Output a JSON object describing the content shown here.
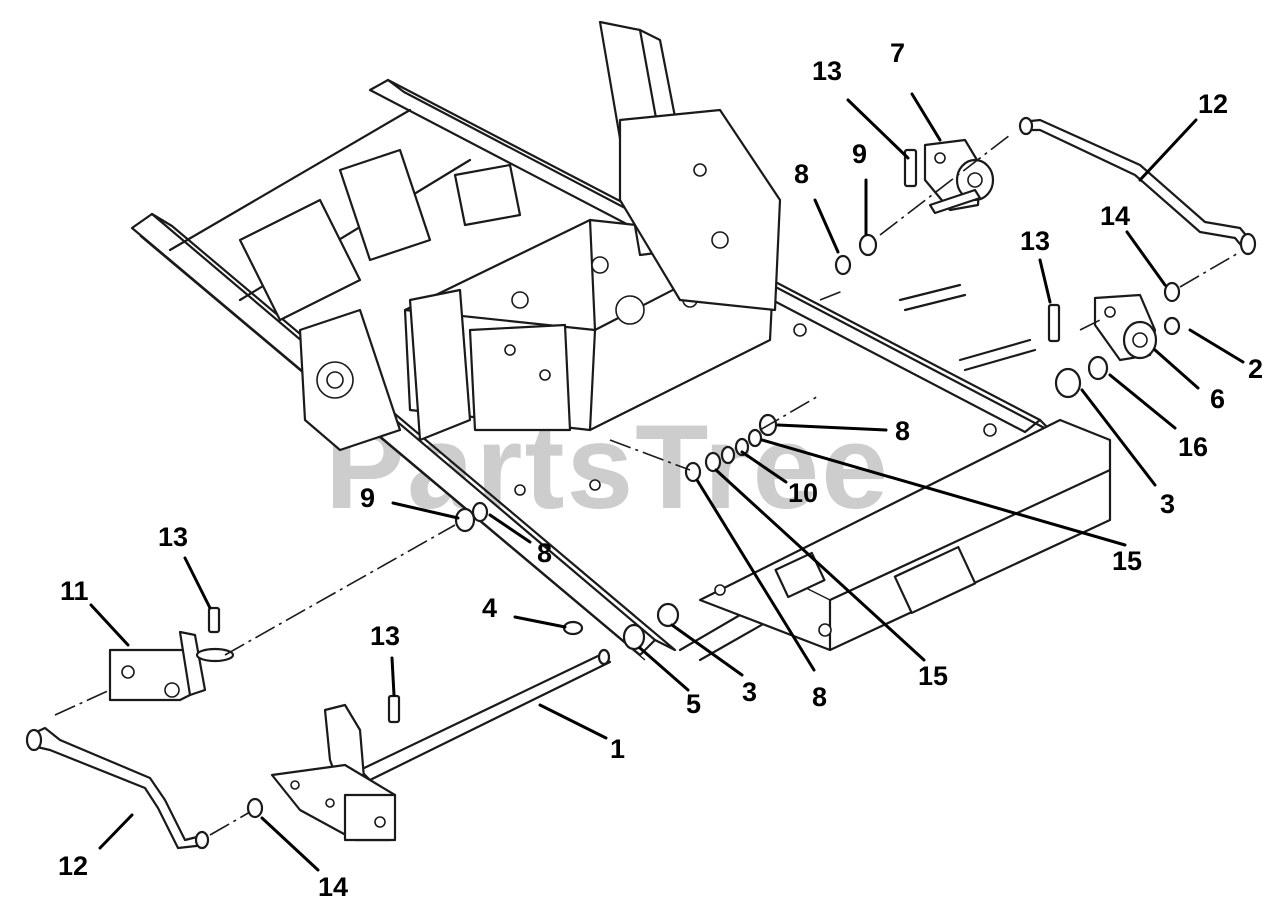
{
  "watermark": "PartsTree",
  "callouts": [
    "13",
    "7",
    "12",
    "8",
    "9",
    "13",
    "14",
    "2",
    "6",
    "16",
    "3",
    "8",
    "10",
    "15",
    "9",
    "8",
    "13",
    "11",
    "4",
    "13",
    "5",
    "3",
    "8",
    "15",
    "1",
    "12",
    "14"
  ]
}
